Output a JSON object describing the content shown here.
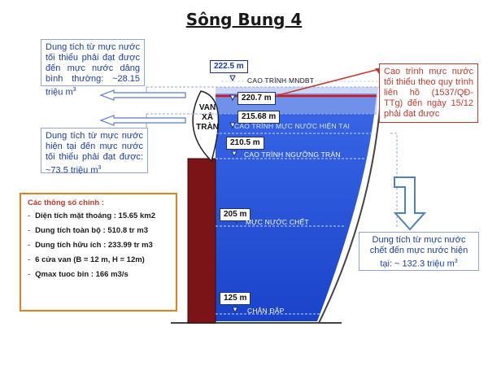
{
  "title": "Sông Bung 4",
  "callouts": {
    "top_left": {
      "text": "Dung tích từ mực nước tối thiểu phải đạt được đến mực nước dâng bình thường: ~28.15 triệu m",
      "sup": "3"
    },
    "mid_left": {
      "text": "Dung tích từ mực nước hiện tại đến mực nước tối thiểu phải đạt được: ~73.5 triệu m",
      "sup": "3"
    },
    "top_right": {
      "text": "Cao trình mực nước tối thiểu theo quy trình liên hồ (1537/QĐ-TTg) đến ngày 15/12 phải đạt được"
    },
    "bottom_right": {
      "text": "Dung tích từ mực nước chết đến mực nước hiện tại: ~ 132.3 triệu m",
      "sup": "3"
    }
  },
  "levels": [
    {
      "value": "222.5 m",
      "label": "CAO TRÌNH  MNDBT"
    },
    {
      "value": "220.7 m",
      "label": ""
    },
    {
      "value": "215.68 m",
      "label": "CAO TRÌNH  MỰC NƯỚC HIỆN TẠI"
    },
    {
      "value": "210.5 m",
      "label": "CAO TRÌNH  NGƯỠNG TRÀN"
    },
    {
      "value": "205 m",
      "label": "MỰC NƯỚC CHẾT"
    },
    {
      "value": "125 m",
      "label": "CHÂN ĐẬP"
    }
  ],
  "gate": {
    "line1": "VAN",
    "line2": "XẢ",
    "line3": "TRÀN"
  },
  "params": {
    "title": "Các thông số chính :",
    "items": [
      "Diện tích mặt thoáng : 15.65 km2",
      "Dung tích toàn bộ : 510.8 tr m3",
      "Dung tích hữu ích : 233.99 tr m3",
      "6 cửa van (B = 12 m, H = 12m)",
      "Qmax tuoc bin : 166 m3/s"
    ]
  },
  "colors": {
    "water": "#1f4fd6",
    "dam": "#7a1416",
    "red_line": "#e01010",
    "callout_border": "#8fa6d6",
    "params_border": "#e67e22",
    "text_blue": "#1a3da8",
    "text_red": "#c0392b"
  }
}
